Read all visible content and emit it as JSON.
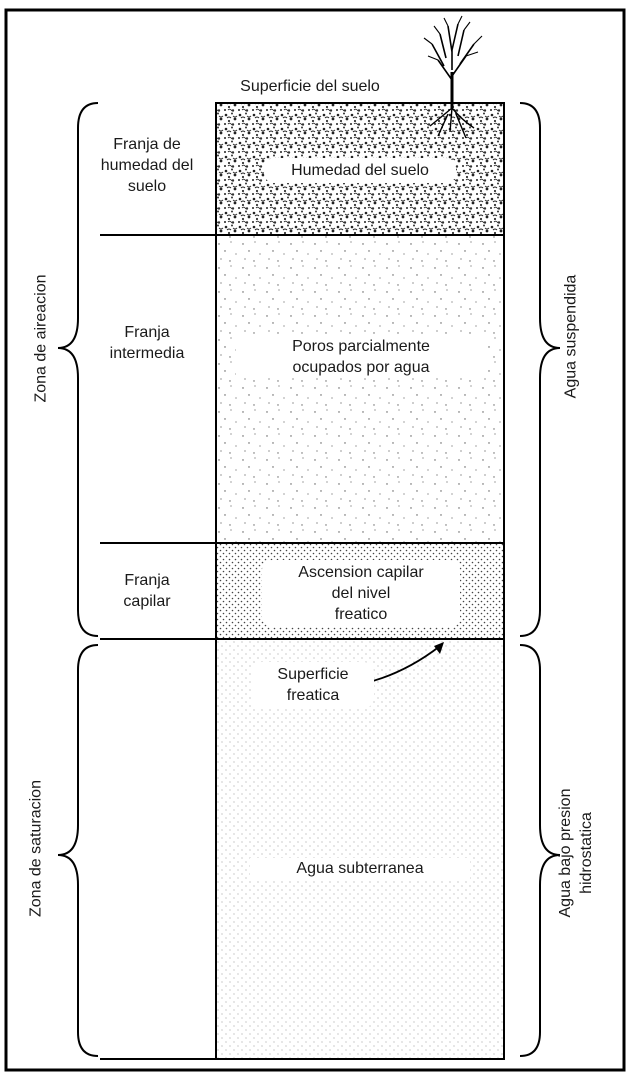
{
  "diagram": {
    "surface_label": "Superficie del suelo",
    "left_fringes": {
      "soil_moisture": "Franja de\nhumedad del\nsuelo",
      "intermediate": "Franja\nintermedia",
      "capillary": "Franja\ncapilar"
    },
    "left_zones": {
      "aeration": "Zona de aireacion",
      "saturation": "Zona de saturacion"
    },
    "column_labels": {
      "soil_moisture": "Humedad del suelo",
      "pores": "Poros parcialmente\nocupados por agua",
      "capillary_rise": "Ascension capilar\ndel nivel\nfreatico",
      "water_table": "Superficie\nfreatica",
      "groundwater": "Agua subterranea"
    },
    "right_labels": {
      "suspended": "Agua suspendida",
      "hydrostatic": "Agua bajo presion\nhidrostatica"
    }
  }
}
